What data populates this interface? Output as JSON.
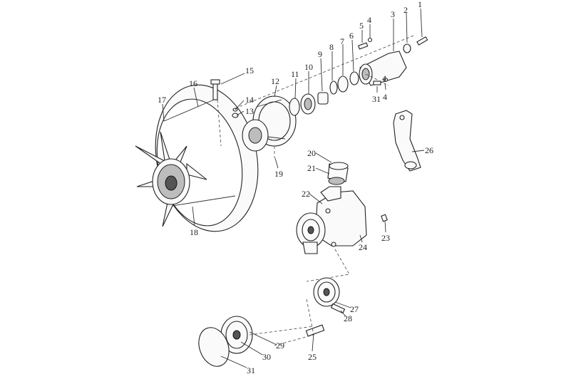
{
  "diagram": {
    "type": "exploded-parts-view",
    "callouts": [
      "1",
      "2",
      "3",
      "4",
      "5",
      "4",
      "6",
      "7",
      "8",
      "9",
      "10",
      "11",
      "12",
      "31",
      "4",
      "15",
      "16",
      "17",
      "14",
      "13",
      "19",
      "26",
      "20",
      "21",
      "22",
      "23",
      "24",
      "18",
      "27",
      "28",
      "25",
      "29",
      "30",
      "31"
    ]
  }
}
